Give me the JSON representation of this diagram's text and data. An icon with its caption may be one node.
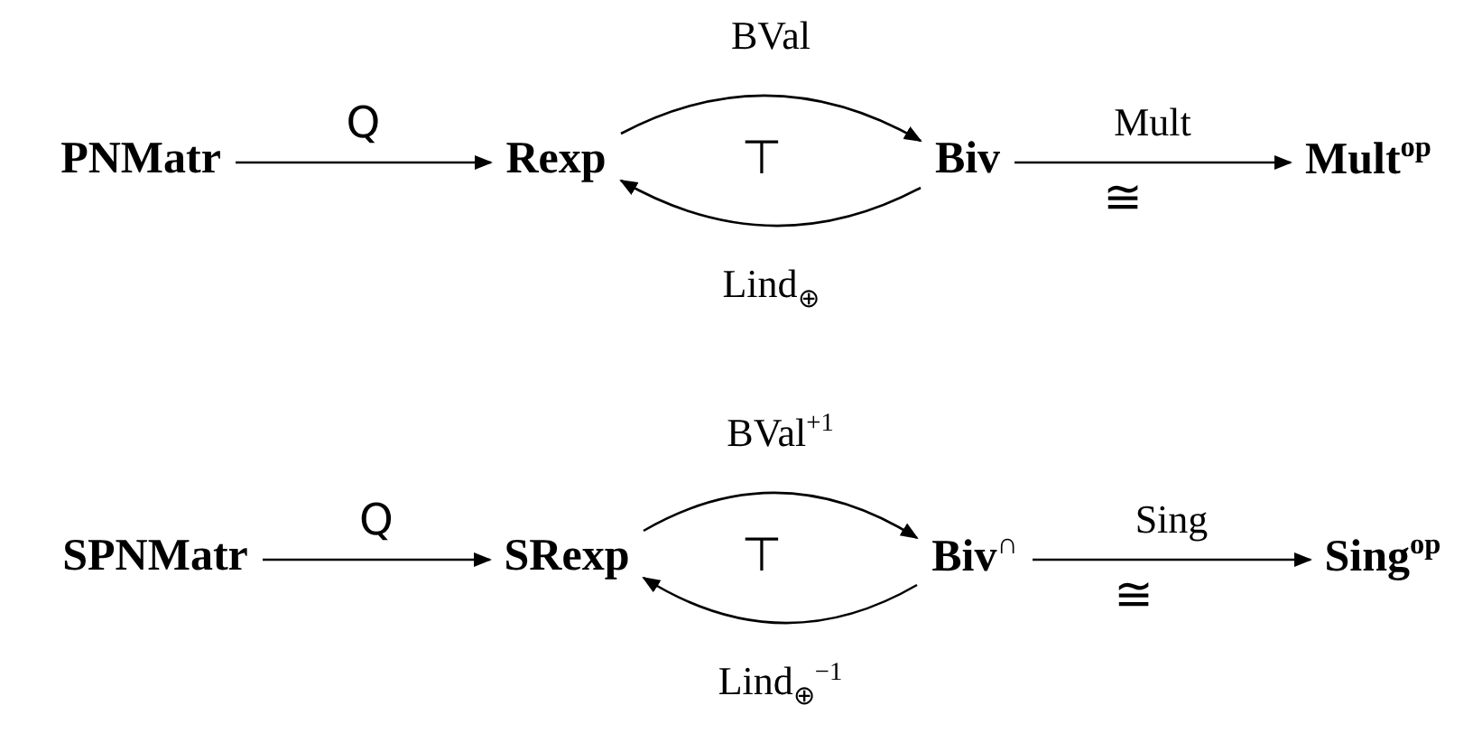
{
  "diagram": {
    "nodes": [
      {
        "text": [
          "PNMatr"
        ]
      },
      {
        "text": [
          "Rexp"
        ]
      },
      {
        "text": [
          "Biv"
        ]
      },
      {
        "text": [
          "Mult$^{op}$"
        ]
      },
      {
        "text": [
          "SPNMatr"
        ]
      },
      {
        "text": [
          "SRexp"
        ]
      },
      {
        "text": [
          "Biv$^{∩}$"
        ]
      },
      {
        "text": [
          "Sing$^{op}$"
        ]
      }
    ],
    "edges": [
      {
        "from": 0,
        "to": 1,
        "arrow": "to",
        "label": "Q"
      },
      {
        "from": 1,
        "to": 2,
        "arrow": "to",
        "label": "BVal"
      },
      {
        "from": 2,
        "to": 1,
        "arrow": "to",
        "label": "Lind$_{⊕}$"
      },
      {
        "from": 2,
        "to": 3,
        "arrow": "to",
        "label": "Mult"
      },
      {
        "from": 4,
        "to": 5,
        "arrow": "to",
        "label": "Q"
      },
      {
        "from": 5,
        "to": 6,
        "arrow": "to",
        "label": "BVal$^{+1}$"
      },
      {
        "from": 6,
        "to": 5,
        "arrow": "to",
        "label": "Lind$_{⊕}$$^{−1}$"
      },
      {
        "from": 6,
        "to": 7,
        "arrow": "to",
        "label": "Sing"
      }
    ],
    "labels": [
      "⊤",
      "≅",
      "⊤",
      "≅"
    ]
  }
}
